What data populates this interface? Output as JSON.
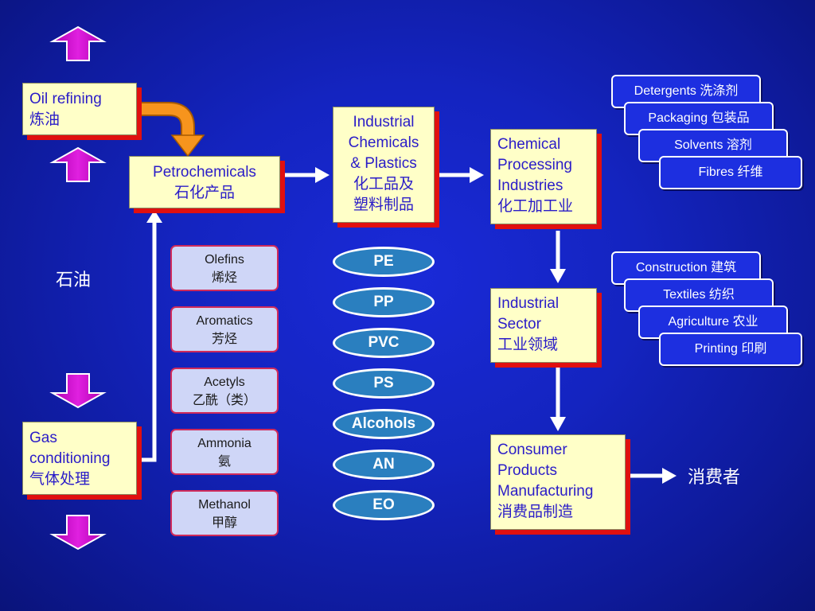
{
  "oil_refining": {
    "en": "Oil refining",
    "zh": "炼油"
  },
  "petrochemicals": {
    "en": "Petrochemicals",
    "zh": "石化产品"
  },
  "gas_conditioning": {
    "en1": "Gas",
    "en2": "conditioning",
    "zh": "气体处理"
  },
  "side_label": "石油",
  "intermediates": [
    {
      "en": "Olefins",
      "zh": "烯烃"
    },
    {
      "en": "Aromatics",
      "zh": "芳烃"
    },
    {
      "en": "Acetyls",
      "zh": "乙酰（类）"
    },
    {
      "en": "Ammonia",
      "zh": "氨"
    },
    {
      "en": "Methanol",
      "zh": "甲醇"
    }
  ],
  "industrial_chemicals": {
    "line1": "Industrial",
    "line2": "Chemicals",
    "line3": "& Plastics",
    "zh1": "化工品及",
    "zh2": "塑料制品"
  },
  "plastics": [
    "PE",
    "PP",
    "PVC",
    "PS",
    "Alcohols",
    "AN",
    "EO"
  ],
  "chemical_processing": {
    "line1": "Chemical",
    "line2": "Processing",
    "line3": "Industries",
    "zh": "化工加工业"
  },
  "industrial_sector": {
    "line1": "Industrial",
    "line2": "Sector",
    "zh": "工业领域"
  },
  "consumer_products": {
    "line1": "Consumer",
    "line2": "Products",
    "line3": "Manufacturing",
    "zh": "消费品制造"
  },
  "consumer_label": "消费者",
  "processing_outputs": [
    "Detergents 洗涤剂",
    "Packaging 包装品",
    "Solvents 溶剂",
    "Fibres 纤维"
  ],
  "sector_outputs": [
    "Construction 建筑",
    "Textiles 纺织",
    "Agriculture 农业",
    "Printing 印刷"
  ],
  "colors": {
    "background": "#1424c0",
    "box_fill": "#ffffc8",
    "box_shadow": "#e01010",
    "box_text": "#2a1cc8",
    "arrow_magenta": "#cc00cc",
    "curved_arrow": "#f7941d"
  }
}
